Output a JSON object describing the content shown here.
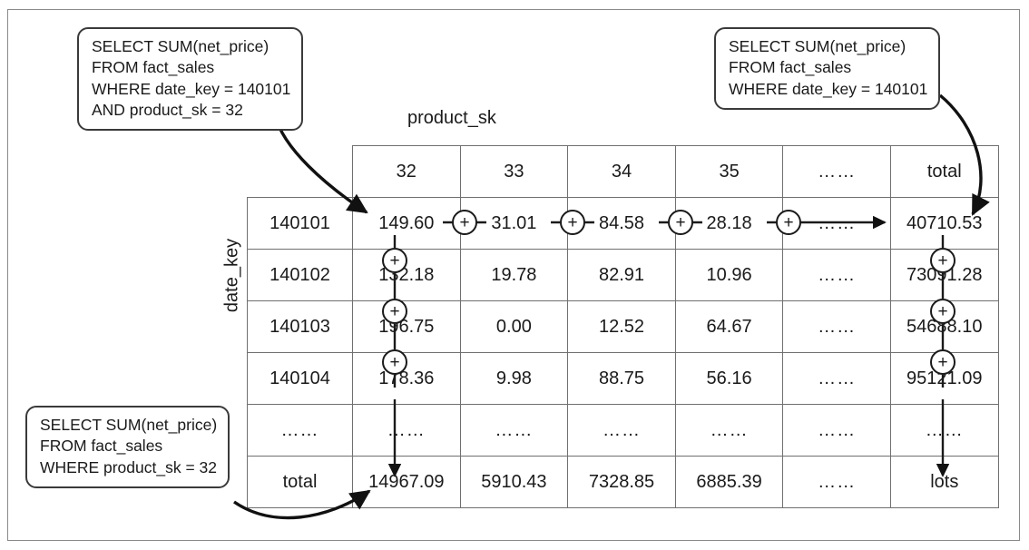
{
  "diagram": {
    "column_axis_label": "product_sk",
    "row_axis_label": "date_key",
    "callouts": {
      "top_left": "SELECT SUM(net_price)\nFROM fact_sales\nWHERE date_key = 140101\nAND product_sk = 32",
      "top_right": "SELECT SUM(net_price)\nFROM fact_sales\nWHERE date_key = 140101",
      "bottom_left": "SELECT SUM(net_price)\nFROM fact_sales\nWHERE product_sk = 32"
    },
    "plus_symbol": "+",
    "ellipsis": "……"
  },
  "chart_data": {
    "type": "table",
    "title": "",
    "xlabel": "product_sk",
    "ylabel": "date_key",
    "corner": "",
    "columns": [
      "32",
      "33",
      "34",
      "35",
      "……",
      "total"
    ],
    "rows": [
      "140101",
      "140102",
      "140103",
      "140104",
      "……",
      "total"
    ],
    "cells": [
      [
        "149.60",
        "31.01",
        "84.58",
        "28.18",
        "……",
        "40710.53"
      ],
      [
        "132.18",
        "19.78",
        "82.91",
        "10.96",
        "……",
        "73091.28"
      ],
      [
        "196.75",
        "0.00",
        "12.52",
        "64.67",
        "……",
        "54688.10"
      ],
      [
        "178.36",
        "9.98",
        "88.75",
        "56.16",
        "……",
        "95121.09"
      ],
      [
        "……",
        "……",
        "……",
        "……",
        "……",
        "……"
      ],
      [
        "14967.09",
        "5910.43",
        "7328.85",
        "6885.39",
        "……",
        "lots"
      ]
    ]
  }
}
